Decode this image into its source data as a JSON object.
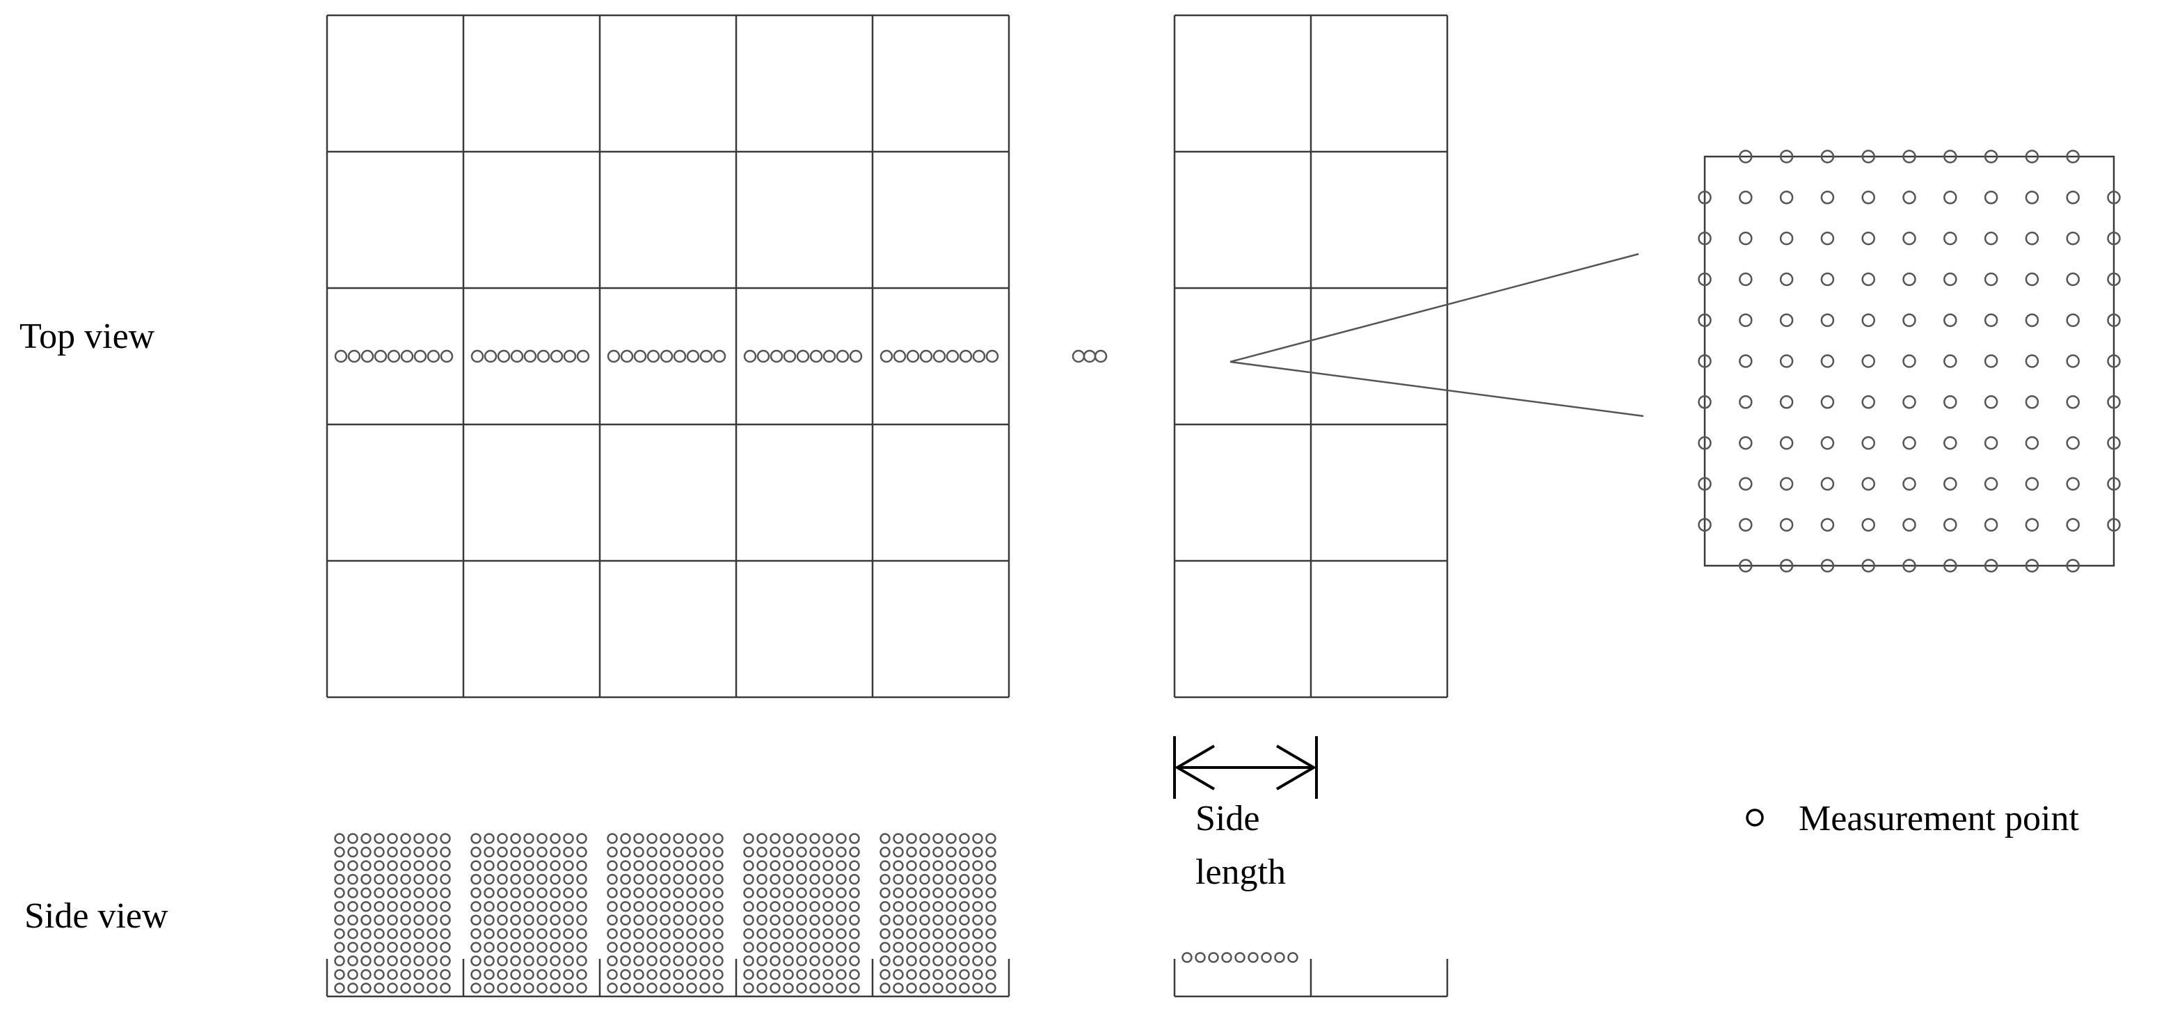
{
  "labels": {
    "top_view": "Top view",
    "side_view": "Side view",
    "side_length": [
      "Side",
      "length"
    ],
    "legend": "Measurement point"
  },
  "top_view": {
    "main_cols": 5,
    "main_rows": 5,
    "right_cols": 2,
    "right_rows": 5,
    "points_per_cell_row": 9,
    "ellipsis_points": 3
  },
  "side_view": {
    "main_cols": 5,
    "right_cols": 2,
    "stack_rows": 12,
    "points_per_cell_row": 9,
    "right_first_cell_points": 9
  },
  "zoom_detail": {
    "grid_size": 11
  }
}
